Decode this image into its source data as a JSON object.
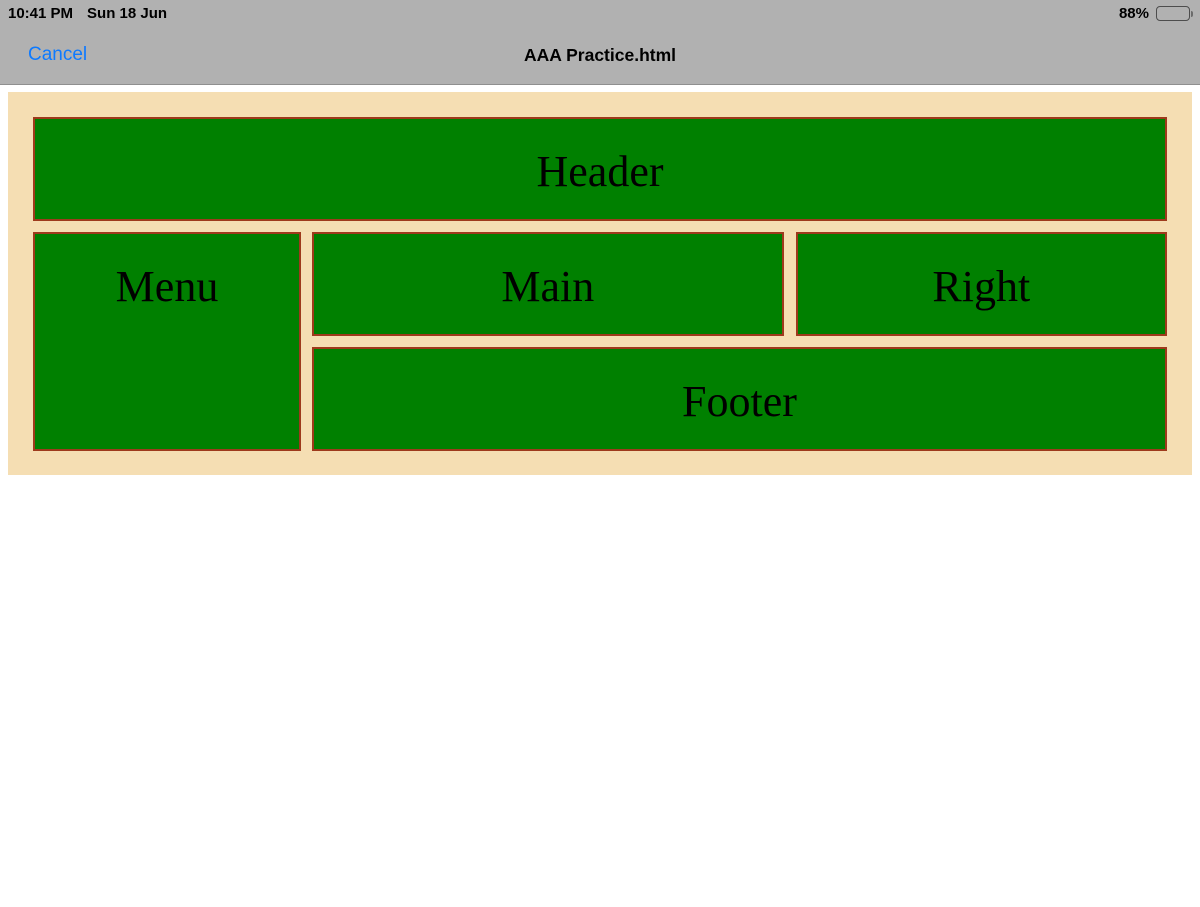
{
  "status_bar": {
    "time": "10:41 PM",
    "date": "Sun 18 Jun",
    "battery_percent": "88%"
  },
  "nav_bar": {
    "cancel_label": "Cancel",
    "title": "AAA Practice.html"
  },
  "document_preview": {
    "boxes": {
      "header": "Header",
      "menu": "Menu",
      "main": "Main",
      "right": "Right",
      "footer": "Footer"
    },
    "colors": {
      "chrome_bg": "#b1b1b1",
      "cancel_blue": "#0d7aff",
      "container_bg": "#f5deb3",
      "box_bg": "#008000",
      "box_border": "#9e3a1c",
      "text": "#000000"
    }
  }
}
